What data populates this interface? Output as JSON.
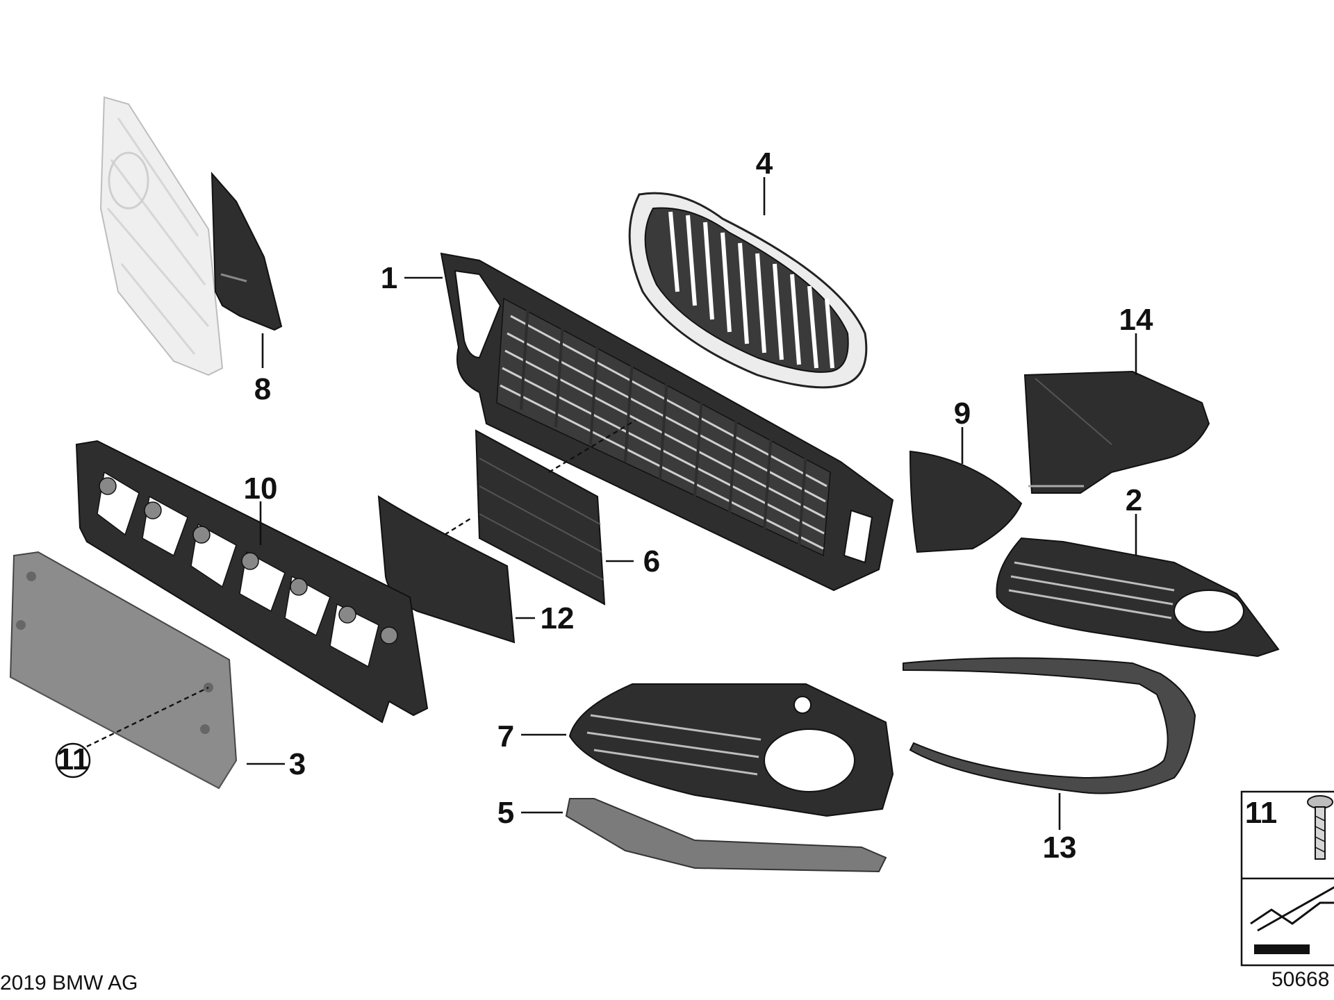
{
  "parts": [
    {
      "id": "p1",
      "number": "1"
    },
    {
      "id": "p2",
      "number": "2"
    },
    {
      "id": "p3",
      "number": "3"
    },
    {
      "id": "p4",
      "number": "4"
    },
    {
      "id": "p5",
      "number": "5"
    },
    {
      "id": "p6",
      "number": "6"
    },
    {
      "id": "p7",
      "number": "7"
    },
    {
      "id": "p8",
      "number": "8"
    },
    {
      "id": "p9",
      "number": "9"
    },
    {
      "id": "p10",
      "number": "10"
    },
    {
      "id": "p11",
      "number": "11"
    },
    {
      "id": "p12",
      "number": "12"
    },
    {
      "id": "p13",
      "number": "13"
    },
    {
      "id": "p14",
      "number": "14"
    }
  ],
  "legend_box": {
    "number": "11"
  },
  "copyright": "2019 BMW AG",
  "diagram_number": "50668"
}
